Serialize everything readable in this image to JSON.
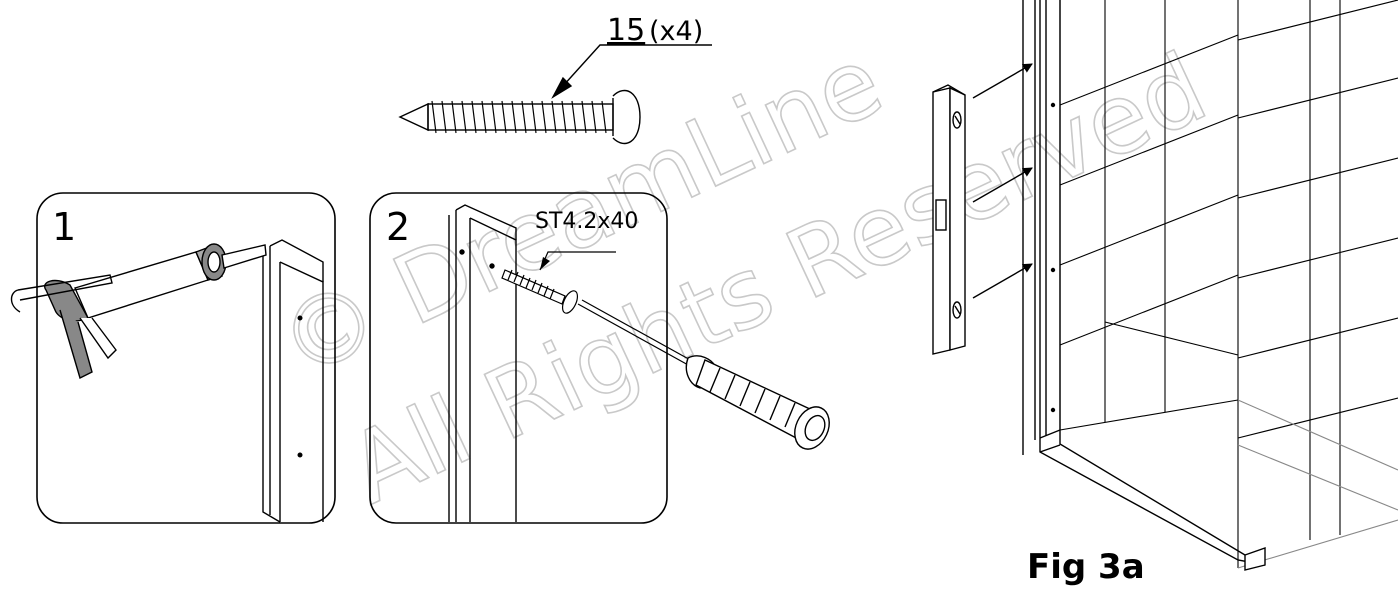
{
  "callouts": {
    "screw_part_number": "15",
    "screw_quantity": "(x4)",
    "screw_spec": "ST4.2x40"
  },
  "steps": [
    {
      "number": "1"
    },
    {
      "number": "2"
    }
  ],
  "figure": {
    "caption": "Fig 3a"
  },
  "watermark": {
    "line1": "© DreamLine",
    "line2": "All Rights Reserved"
  }
}
